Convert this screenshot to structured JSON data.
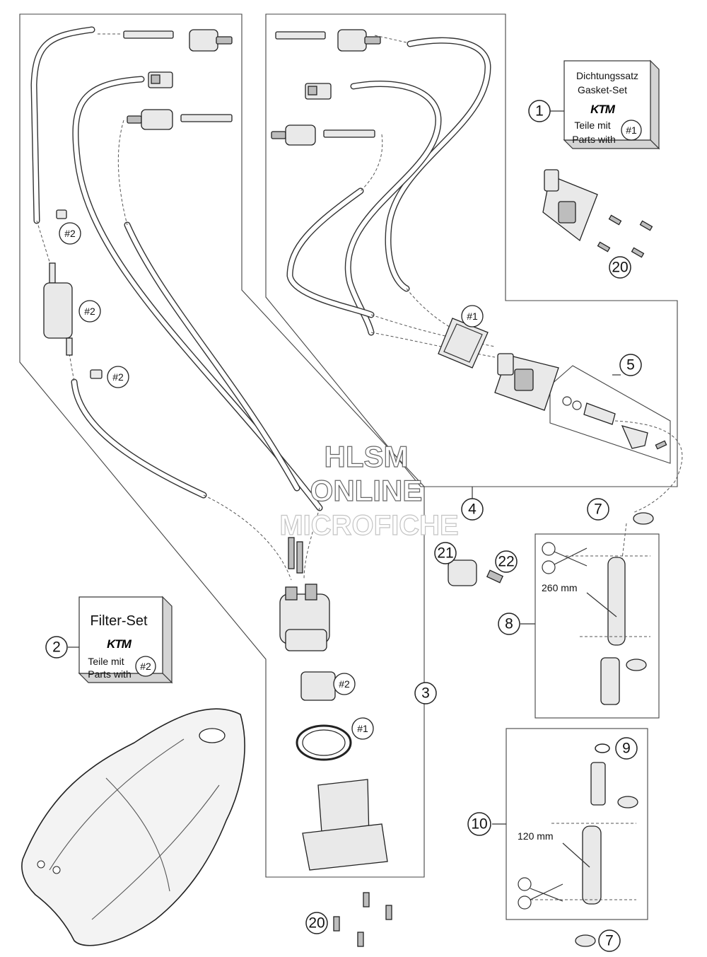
{
  "callouts": {
    "c1": "1",
    "c2": "2",
    "c3": "3",
    "c4": "4",
    "c5": "5",
    "c7a": "7",
    "c7b": "7",
    "c8": "8",
    "c9": "9",
    "c10": "10",
    "c20a": "20",
    "c20b": "20",
    "c21": "21",
    "c22": "22"
  },
  "kit_refs": {
    "r2a": "#2",
    "r2b": "#2",
    "r2c": "#2",
    "r2d": "#2",
    "r1a": "#1",
    "r1b": "#1"
  },
  "gasket_kit": {
    "line1": "Dichtungssatz",
    "line2": "Gasket-Set",
    "brand": "KTM",
    "line3": "Teile mit",
    "line4": "Parts with",
    "ref": "#1"
  },
  "filter_kit": {
    "title": "Filter-Set",
    "brand": "KTM",
    "line1": "Teile mit",
    "line2": "Parts with",
    "ref": "#2"
  },
  "dimensions": {
    "hose_8": "260 mm",
    "hose_10": "120 mm"
  },
  "watermark": {
    "line1": "HLSM",
    "line2": "ONLINE",
    "line3": "MICROFICHE"
  }
}
